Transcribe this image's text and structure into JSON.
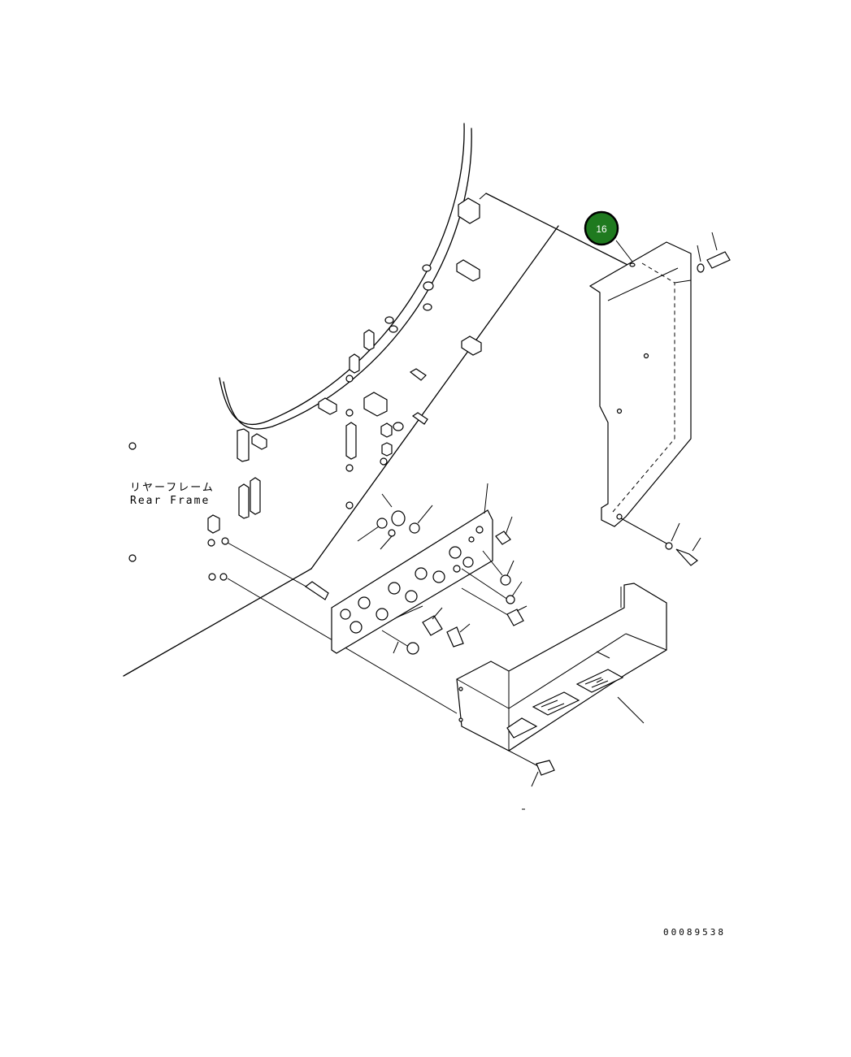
{
  "labels": {
    "rear_frame_ja": "リヤーフレーム",
    "rear_frame_en": "Rear Frame",
    "drawing_number": "00089538"
  },
  "callouts": [
    {
      "number": "16",
      "color": "#1f7a1f"
    }
  ]
}
